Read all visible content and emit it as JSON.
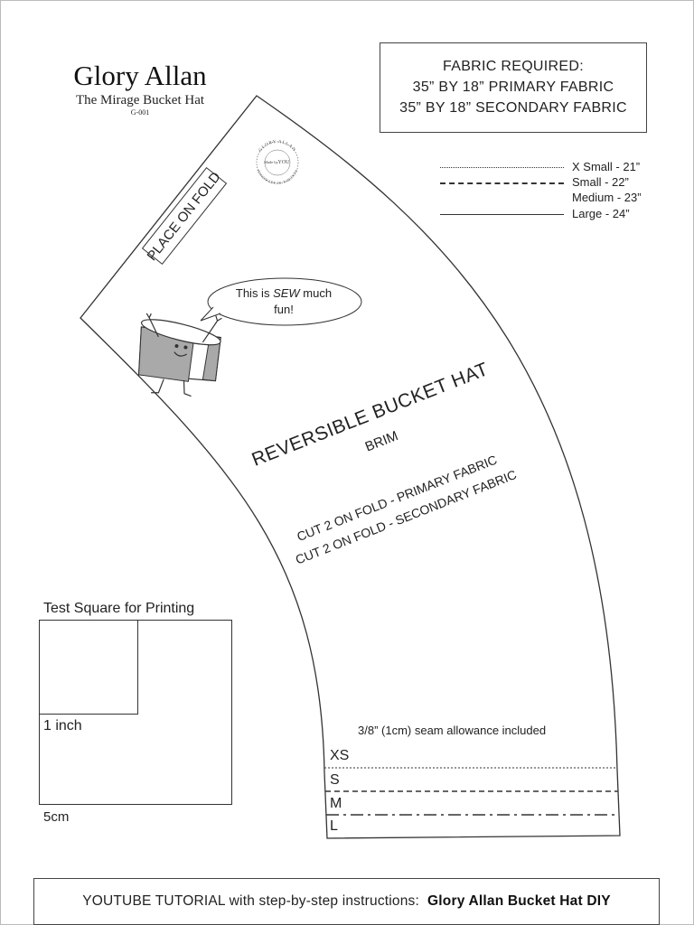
{
  "brand": {
    "name": "Glory Allan",
    "subtitle": "The Mirage Bucket Hat",
    "code": "G-001"
  },
  "fabric": {
    "heading": "FABRIC REQUIRED:",
    "primary": "35” BY 18” PRIMARY FABRIC",
    "secondary": "35” BY 18” SECONDARY FABRIC"
  },
  "size_legend": [
    {
      "label": "X Small - 21”",
      "style": "dotted"
    },
    {
      "label": "Small -  22”",
      "style": "dashed"
    },
    {
      "label": "Medium - 23”",
      "style": "dash-dot"
    },
    {
      "label": "Large - 24”",
      "style": "solid"
    }
  ],
  "pattern": {
    "place_on_fold": "PLACE ON FOLD",
    "title": "REVERSIBLE BUCKET HAT",
    "piece": "BRIM",
    "cut_primary": "CUT 2 ON FOLD - PRIMARY FABRIC",
    "cut_secondary": "CUT 2 ON FOLD - SECONDARY FABRIC",
    "seam_allowance": "3/8” (1cm) seam allowance included",
    "size_marks": [
      "XS",
      "S",
      "M",
      "L"
    ],
    "speech_prefix": "This is ",
    "speech_emphasis": "SEW",
    "speech_suffix": " much",
    "speech_line2": "fun!"
  },
  "stamp": {
    "ring_top": "GLORY ALLAN",
    "ring_bottom": "HANDMADE IN TORONTO",
    "center_line1": "Made by",
    "center_line2": "YOU"
  },
  "test_square": {
    "caption": "Test Square for Printing",
    "small_label": "1 inch",
    "large_label": "5cm"
  },
  "footer": {
    "text": "YOUTUBE TUTORIAL with step-by-step instructions:",
    "link": "Glory Allan Bucket Hat DIY"
  },
  "colors": {
    "line": "#333333",
    "mascot_gray": "#a9a9a9"
  }
}
